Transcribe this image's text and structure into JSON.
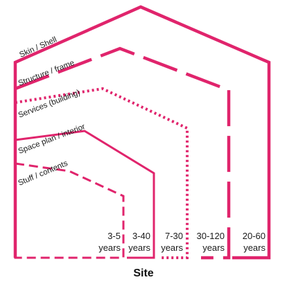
{
  "accent_color": "#e0246c",
  "title": "Site",
  "layers": [
    {
      "label": "Skin / Shell",
      "duration_value": "20-60",
      "duration_unit": "years",
      "line_style": "solid"
    },
    {
      "label": "Structure / frame",
      "duration_value": "30-120",
      "duration_unit": "years",
      "line_style": "long-dash"
    },
    {
      "label": "Services (building)",
      "duration_value": "7-30",
      "duration_unit": "years",
      "line_style": "dotted"
    },
    {
      "label": "Space plan / interior",
      "duration_value": "3-40",
      "duration_unit": "years",
      "line_style": "solid"
    },
    {
      "label": "Stuff / contents",
      "duration_value": "3-5",
      "duration_unit": "years",
      "line_style": "dashed"
    }
  ]
}
